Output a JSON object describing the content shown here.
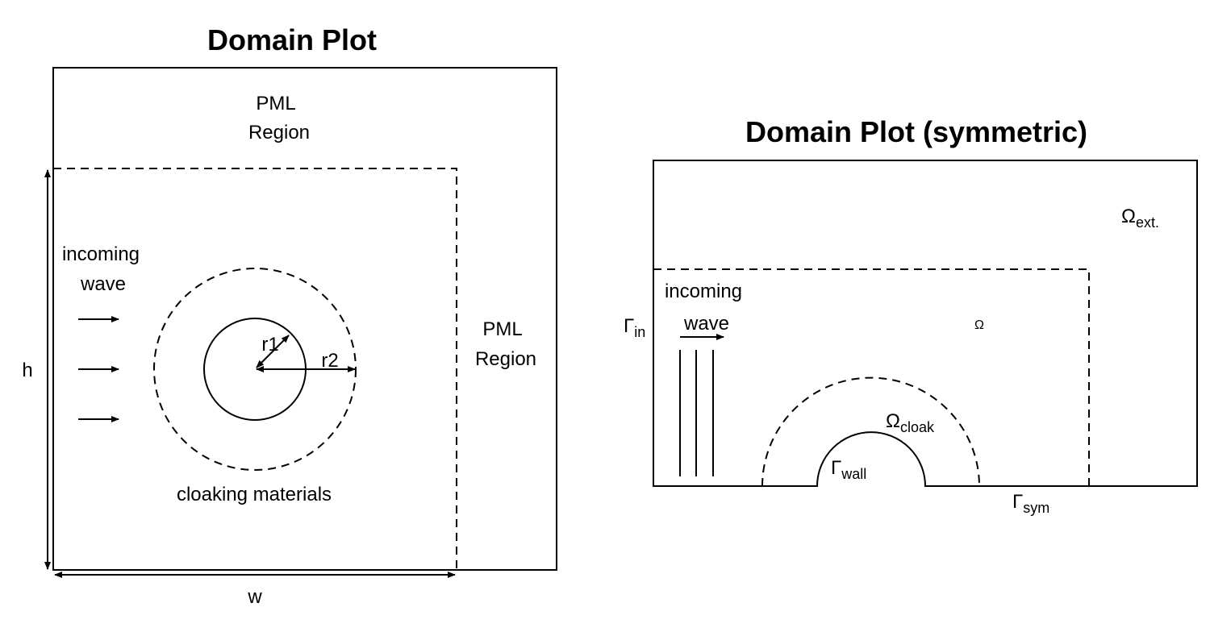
{
  "left_panel": {
    "title": "Domain Plot",
    "pml_top_line1": "PML",
    "pml_top_line2": "Region",
    "pml_right_line1": "PML",
    "pml_right_line2": "Region",
    "incoming_line1": "incoming",
    "incoming_line2": "wave",
    "r1_label": "r1",
    "r2_label": "r2",
    "cloak_label": "cloaking materials",
    "h_label": "h",
    "w_label": "w",
    "wave_arrow_count": 3
  },
  "right_panel": {
    "title": "Domain Plot (symmetric)",
    "omega_ext": "Ω",
    "omega_ext_sub": "ext.",
    "omega": "Ω",
    "omega_cloak": "Ω",
    "omega_cloak_sub": "cloak",
    "gamma_in": "Γ",
    "gamma_in_sub": "in",
    "gamma_wall": "Γ",
    "gamma_wall_sub": "wall",
    "gamma_sym": "Γ",
    "gamma_sym_sub": "sym",
    "incoming_line1": "incoming",
    "incoming_line2": "wave",
    "wavefront_count": 3
  },
  "colors": {
    "ink": "#000000",
    "background": "#ffffff"
  }
}
